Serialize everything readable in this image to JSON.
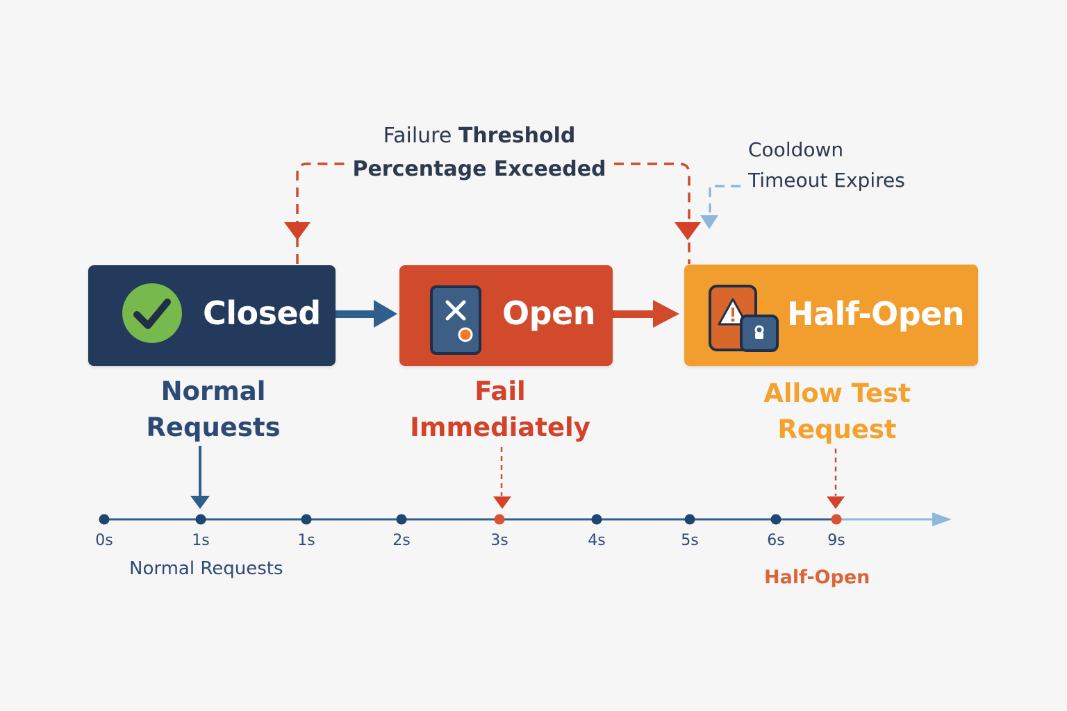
{
  "states": {
    "closed": {
      "label": "Closed",
      "description": [
        "Normal",
        "Requests"
      ],
      "color": "#233a5c"
    },
    "open": {
      "label": "Open",
      "description": [
        "Fail",
        "Immediately"
      ],
      "color": "#d14a2c"
    },
    "half_open": {
      "label": "Half-Open",
      "description": [
        "Allow Test",
        "Request"
      ],
      "color": "#f29e2e"
    }
  },
  "transitions": {
    "failure": {
      "line1_regular": "Failure ",
      "line1_bold": "Threshold",
      "line2": "Percentage Exceeded"
    },
    "cooldown": {
      "line1": "Cooldown",
      "line2": "Timeout Expires"
    }
  },
  "timeline": {
    "ticks": [
      {
        "label": "0s",
        "marker": "plain"
      },
      {
        "label": "1s",
        "marker": "plain"
      },
      {
        "label": "1s",
        "marker": "plain"
      },
      {
        "label": "2s",
        "marker": "plain"
      },
      {
        "label": "3s",
        "marker": "alert"
      },
      {
        "label": "4s",
        "marker": "plain"
      },
      {
        "label": "5s",
        "marker": "plain"
      },
      {
        "label": "6s",
        "marker": "plain"
      },
      {
        "label": "9s",
        "marker": "alert"
      }
    ],
    "captions": {
      "normal": "Normal Requests",
      "half_open": "Half-Open"
    }
  },
  "colors": {
    "navy": "#233a5c",
    "blue_line": "#2f5f8f",
    "light_blue": "#8db8db",
    "red": "#d14a2c",
    "orange": "#f29e2e",
    "check_green": "#78b94e"
  }
}
